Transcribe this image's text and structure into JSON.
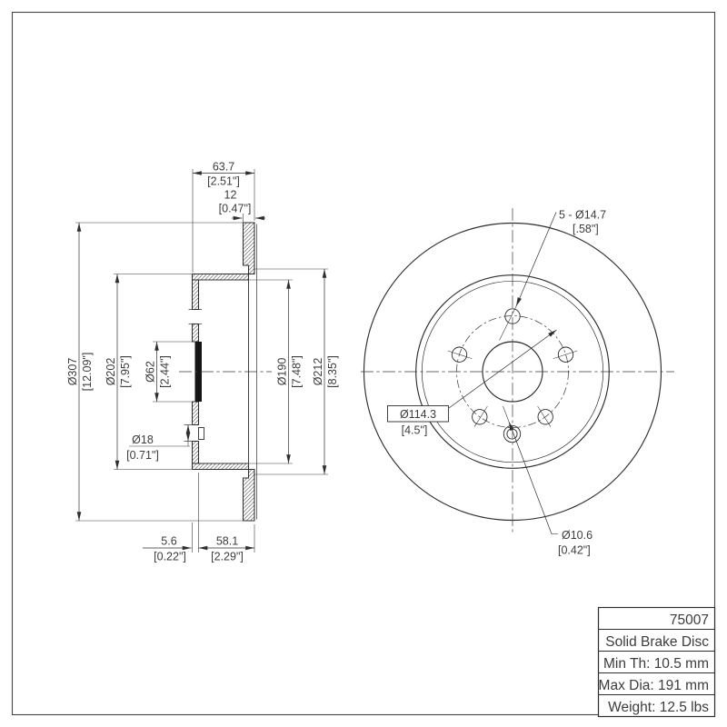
{
  "colors": {
    "ink": "#2e2e2e",
    "text": "#3c3c3c",
    "background": "#ffffff"
  },
  "section_view": {
    "overall_width": {
      "mm": "63.7",
      "in": "[2.51\"]"
    },
    "disc_thickness": {
      "mm": "12",
      "in": "[0.47\"]"
    },
    "outer_diameter": {
      "mm": "Ø307",
      "in": "[12.09\"]"
    },
    "hat_diameter": {
      "mm": "Ø202",
      "in": "[7.95\"]"
    },
    "center_bore": {
      "mm": "Ø62",
      "in": "[2.44\"]"
    },
    "pin_counterbore": {
      "mm": "Ø18",
      "in": "[0.71\"]"
    },
    "inner_diameter": {
      "mm": "Ø190",
      "in": "[7.48\"]"
    },
    "step_diameter": {
      "mm": "Ø212",
      "in": "[8.35\"]"
    },
    "hat_wall": {
      "mm": "5.6",
      "in": "[0.22\"]"
    },
    "hat_depth": {
      "mm": "58.1",
      "in": "[2.29\"]"
    }
  },
  "front_view": {
    "bolt_holes": {
      "mm": "5 - Ø14.7",
      "in": "[.58\"]"
    },
    "bolt_circle": {
      "mm": "Ø114.3",
      "in": "[4.5\"]"
    },
    "pin_hole": {
      "mm": "Ø10.6",
      "in": "[0.42\"]"
    }
  },
  "title_block": {
    "part_number": "75007",
    "description": "Solid Brake Disc",
    "min_thickness": "Min Th: 10.5 mm",
    "max_diameter": "Max Dia: 191 mm",
    "weight": "Weight: 12.5 lbs"
  }
}
